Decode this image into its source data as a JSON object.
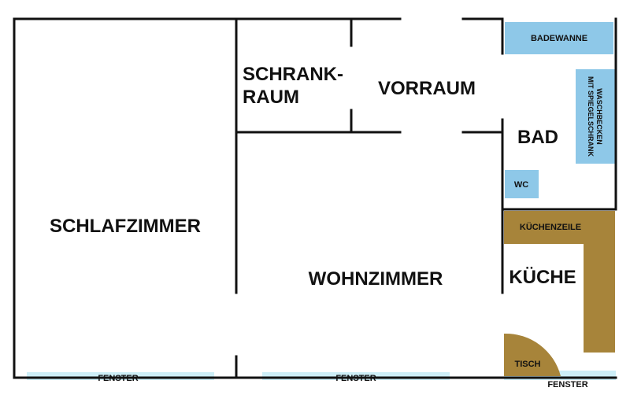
{
  "rooms": {
    "schlafzimmer": "SCHLAFZIMMER",
    "schrankraum_line1": "SCHRANK-",
    "schrankraum_line2": "RAUM",
    "vorraum": "VORRAUM",
    "bad": "BAD",
    "wohnzimmer": "WOHNZIMMER",
    "kueche": "KÜCHE"
  },
  "fixtures": {
    "badewanne": "BADEWANNE",
    "waschbecken_line1": "WASCHBECKEN",
    "waschbecken_line2": "MIT SPIEGELSCHRANK",
    "wc": "WC",
    "kuechenzeile": "KÜCHENZEILE",
    "tisch": "TISCH"
  },
  "windows": {
    "left": "FENSTER",
    "middle": "FENSTER",
    "right": "FENSTER"
  },
  "colors": {
    "wall": "#111111",
    "fixture_blue": "#8ec8e8",
    "window_blue": "#cdeef7",
    "kitchen_brown": "#a7843a"
  }
}
